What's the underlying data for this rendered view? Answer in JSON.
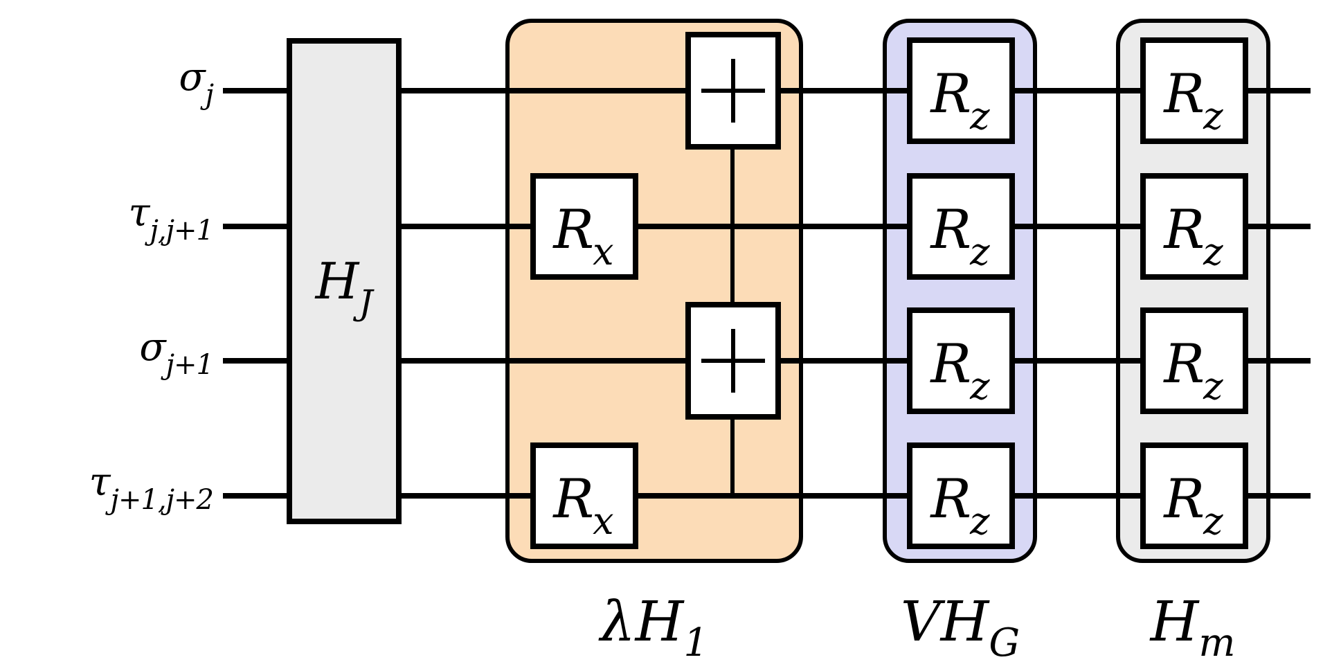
{
  "diagram": {
    "title": "quantum-circuit",
    "qubits": [
      {
        "label_main": "σ",
        "label_sub": "j"
      },
      {
        "label_main": "τ",
        "label_sub": "j,j+1"
      },
      {
        "label_main": "σ",
        "label_sub": "j+1"
      },
      {
        "label_main": "τ",
        "label_sub": "j+1,j+2"
      }
    ],
    "hj_gate": {
      "label_main": "H",
      "label_sub": "J"
    },
    "rx_gate": {
      "label_main": "R",
      "label_sub": "x"
    },
    "rz_gate": {
      "label_main": "R",
      "label_sub": "z"
    },
    "cnot_target_symbol": "+",
    "groups": [
      {
        "id": "lambda-h1",
        "label_main": "λH",
        "label_sub": "1",
        "color": "#FCDCB7"
      },
      {
        "id": "v-hg",
        "label_main": "VH",
        "label_sub": "G",
        "color": "#D8D8F5"
      },
      {
        "id": "h-m",
        "label_main": "H",
        "label_sub": "m",
        "color": "#EBEBEB"
      }
    ],
    "colors": {
      "wire": "#000000",
      "gate_fill": "#FFFFFF",
      "hj_fill": "#EBEBEB",
      "group_orange": "#FCDCB7",
      "group_purple": "#D8D8F5",
      "group_gray": "#EBEBEB"
    }
  }
}
